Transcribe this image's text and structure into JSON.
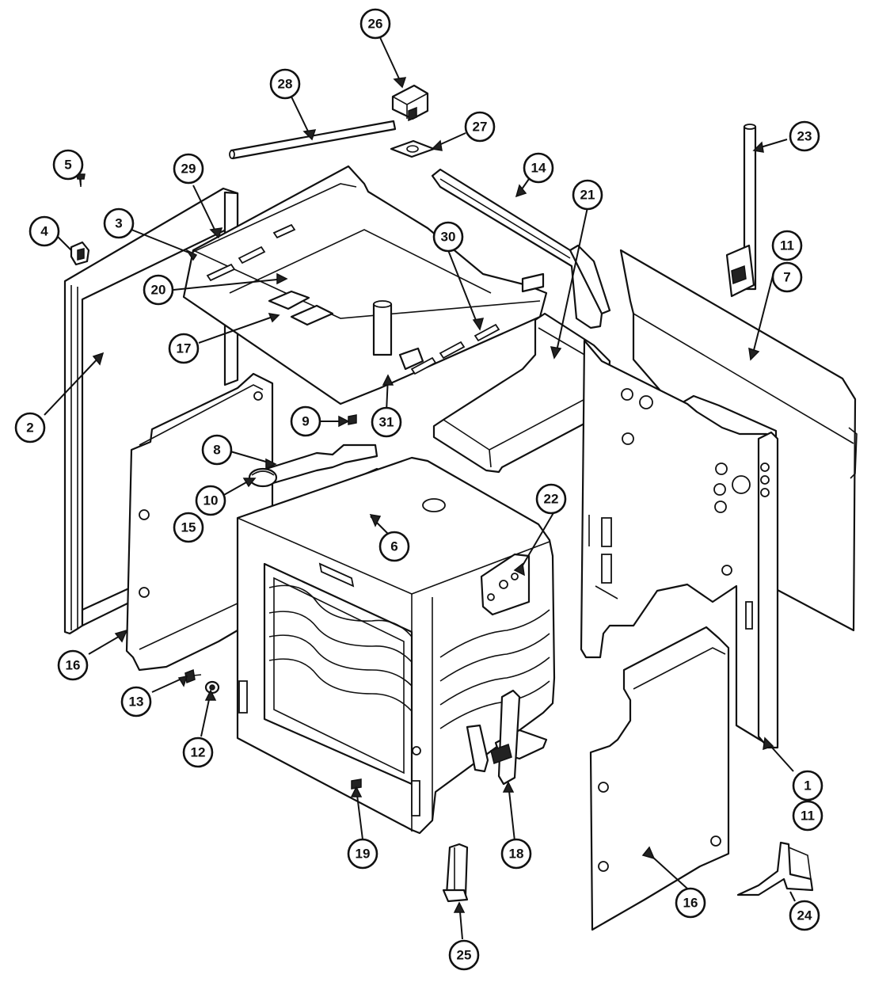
{
  "callouts": [
    {
      "label": "26"
    },
    {
      "label": "28"
    },
    {
      "label": "27"
    },
    {
      "label": "23"
    },
    {
      "label": "5"
    },
    {
      "label": "29"
    },
    {
      "label": "14"
    },
    {
      "label": "4"
    },
    {
      "label": "3"
    },
    {
      "label": "30"
    },
    {
      "label": "21"
    },
    {
      "label": "11"
    },
    {
      "label": "7"
    },
    {
      "label": "20"
    },
    {
      "label": "17"
    },
    {
      "label": "2"
    },
    {
      "label": "9"
    },
    {
      "label": "31"
    },
    {
      "label": "8"
    },
    {
      "label": "22"
    },
    {
      "label": "10"
    },
    {
      "label": "15"
    },
    {
      "label": "6"
    },
    {
      "label": "16"
    },
    {
      "label": "13"
    },
    {
      "label": "12"
    },
    {
      "label": "1"
    },
    {
      "label": "11"
    },
    {
      "label": "19"
    },
    {
      "label": "18"
    },
    {
      "label": "16"
    },
    {
      "label": "24"
    },
    {
      "label": "25"
    }
  ]
}
